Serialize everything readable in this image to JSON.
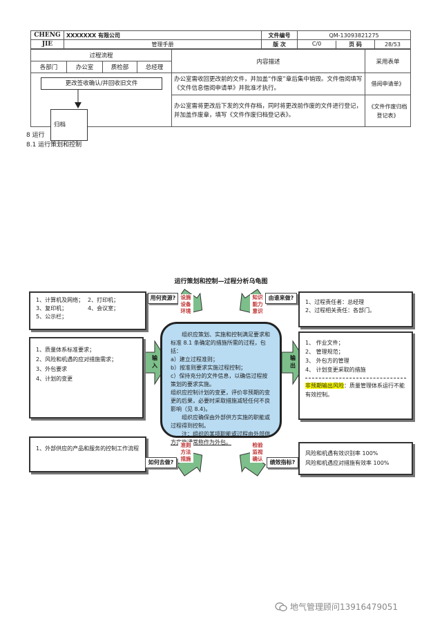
{
  "header": {
    "brand_line1": "CHENG",
    "brand_line2": "JIE",
    "company": "XXXXXXX 有限公司",
    "doc_no_label": "文件编号",
    "doc_no_value": "QM-13093821275",
    "manual_title": "管理手册",
    "version_label": "版 次",
    "version_value": "C/0",
    "page_label": "页 码",
    "page_value": "28/53"
  },
  "process_table": {
    "flow_header": "过程流程",
    "desc_header": "内容描述",
    "form_header": "采用表单",
    "columns": [
      "各部门",
      "办公室",
      "质检部",
      "总经理"
    ],
    "flow_box1": "更改签收确认/并回收旧文件",
    "flow_box2": "归档",
    "rows": [
      {
        "desc": "办公室需收回更改前的文件，并加盖“作废”章后集中销毁。文件借阅填写《文件信息借阅申请单》并批准才执行。",
        "form": "借阅申请单》"
      },
      {
        "desc": "办公室需将更改后下发的文件存档，同时将更改前作废的文件进行登记，并加盖作废章，填写《文件作废归档登记表》。",
        "form": "《文件作废归档登记表》"
      }
    ]
  },
  "sections": {
    "s8": "8  运行",
    "s81": "8.1  运行策划和控制"
  },
  "diagram": {
    "title": "运行策划和控制—过程分析乌龟图",
    "with_what": "用何资源?",
    "by_whom": "由谁来做?",
    "how": "如何去做?",
    "metrics": "绩效指标?",
    "input": "输入",
    "output": "输出",
    "resources_tag": "设施设备环境",
    "competence_tag": "知识能力意识",
    "method_tag": "准则方法措施",
    "check_tag": "检验监视确认",
    "resources": [
      "1、计算机及网络；",
      "2、打印机；",
      "3、复印机；",
      "4、会议室；",
      "5、公示栏；"
    ],
    "people": [
      "1、过程责任者：总经理",
      "2、过程相关责任：各部门。"
    ],
    "inputs": [
      "1、质量体系标准要求；",
      "2、风险和机遇的应对措施需求；",
      "3、外包要求",
      "4、计划的变更"
    ],
    "outputs": [
      "1、   作业文件；",
      "2、   管理规范；",
      "3、   外包方的管理",
      "4、   计划变更采取的措施"
    ],
    "risk_highlight": "非预期输出风险",
    "risk_text": "：质量管理体系运行不能有效控制。",
    "methods": [
      "1、外部供应的产品和服务的控制工作流程"
    ],
    "kpis": [
      "风险和机遇有效识别率 100%",
      "风险和机遇应对措施有效率 100%"
    ],
    "center_intro": "组织应策划、实施和控制满足要求和标准 8.1 条确定的措施所需的过程，包括：",
    "center_items": [
      "a）建立过程准则；",
      "b）按准则要求实施过程控制；",
      "c）保持充分的文件信息，以确信过程按策划的要求实施。"
    ],
    "center_p2": "组织应控制计划的变更，评价非预期的变更的后果，必要时采取措施减轻任何不良影响（见 8.4)。",
    "center_p3": "组织应确保由外部供方实施的职能或过程得到控制。",
    "center_note": "注：组织的某项职能或过程由外部供方实施通常称作为外包。"
  },
  "watermark": "地气管理顾问13916479051",
  "colors": {
    "center_fill": "#b9dcf3",
    "arrow_fill": "#7dbf8a",
    "highlight": "#ffff00"
  }
}
